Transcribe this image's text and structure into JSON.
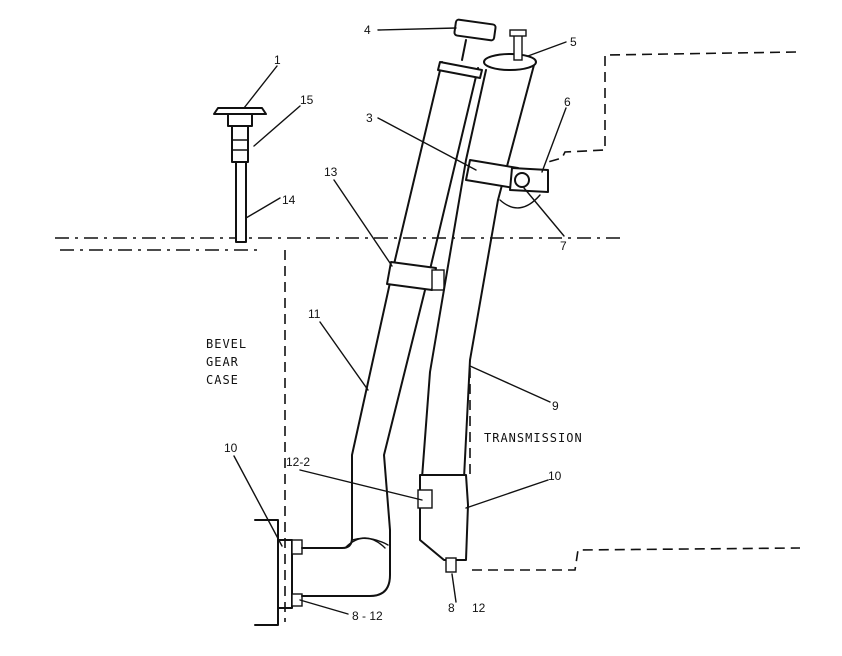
{
  "diagram": {
    "area_labels": {
      "bevel_gear_case": [
        "BEVEL",
        "GEAR",
        "CASE"
      ],
      "transmission": "TRANSMISSION"
    },
    "callouts": {
      "c1": "1",
      "c15": "15",
      "c14": "14",
      "c13": "13",
      "c4": "4",
      "c5": "5",
      "c3": "3",
      "c6": "6",
      "c7": "7",
      "c11": "11",
      "c9": "9",
      "c10_left": "10",
      "c12_2": "12-2",
      "c10_right": "10",
      "c8_12_left": "8 - 12",
      "c8_bottom": "8",
      "c12_bottom": "12"
    }
  }
}
